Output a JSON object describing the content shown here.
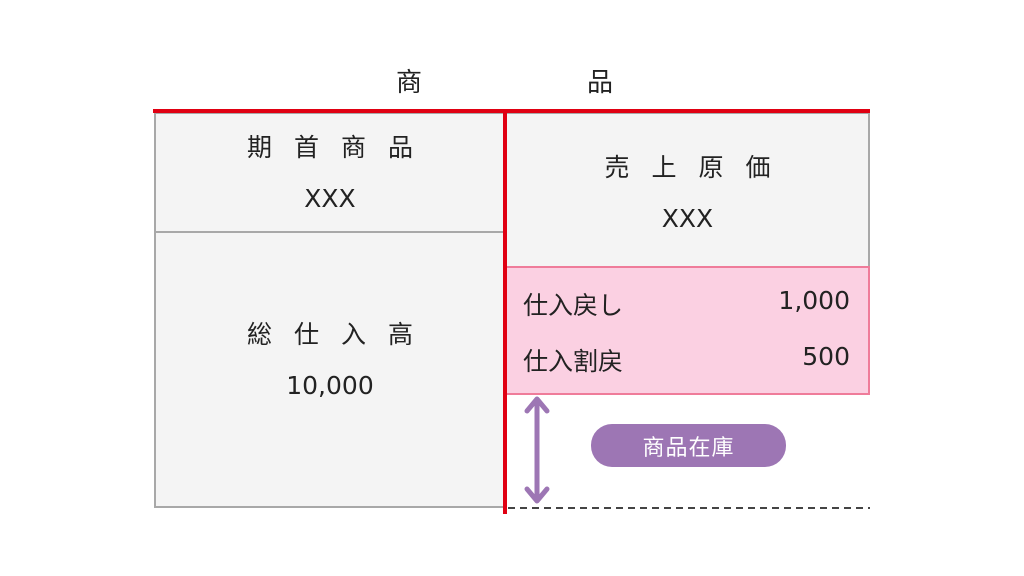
{
  "title": {
    "left": "商",
    "right": "品"
  },
  "debit": {
    "opening_inventory": {
      "label": "期首商品",
      "value": "XXX"
    },
    "total_purchases": {
      "label": "総仕入高",
      "value": "10,000"
    }
  },
  "credit": {
    "cost_of_sales": {
      "label": "売上原価",
      "value": "XXX"
    },
    "deductions": [
      {
        "label": "仕入戻し",
        "value": "1,000"
      },
      {
        "label": "仕入割戻",
        "value": "500"
      }
    ],
    "inventory_badge": "商品在庫"
  },
  "colors": {
    "accent": "#e00012",
    "pink_fill": "#fbd0e2",
    "pink_border": "#ef7c9a",
    "purple": "#9d76b4",
    "gray_fill": "#f4f4f4"
  }
}
